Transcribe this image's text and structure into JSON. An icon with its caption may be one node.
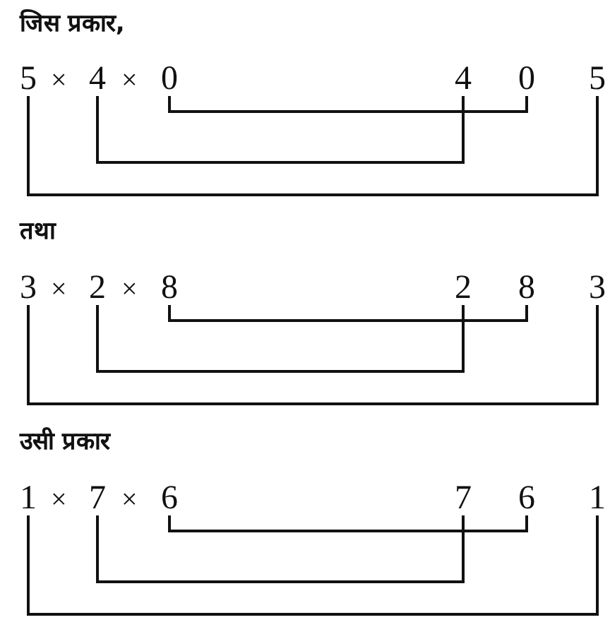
{
  "diagram": {
    "nodes": [
      {
        "text": [
          "5"
        ]
      },
      {
        "text": [
          "4"
        ]
      },
      {
        "text": [
          "0"
        ]
      },
      {
        "text": [
          "4"
        ]
      },
      {
        "text": [
          "0"
        ]
      },
      {
        "text": [
          "5"
        ]
      },
      {
        "text": [
          "3"
        ]
      },
      {
        "text": [
          "2"
        ]
      },
      {
        "text": [
          "8"
        ]
      },
      {
        "text": [
          "2"
        ]
      },
      {
        "text": [
          "8"
        ]
      },
      {
        "text": [
          "3"
        ]
      },
      {
        "text": [
          "1"
        ]
      },
      {
        "text": [
          "7"
        ]
      },
      {
        "text": [
          "6"
        ]
      },
      {
        "text": [
          "7"
        ]
      },
      {
        "text": [
          "6"
        ]
      },
      {
        "text": [
          "1"
        ]
      }
    ],
    "edges": [
      {
        "from": 0,
        "to": 5,
        "arrow": "none"
      },
      {
        "from": 1,
        "to": 3,
        "arrow": "none"
      },
      {
        "from": 2,
        "to": 4,
        "arrow": "none"
      },
      {
        "from": 6,
        "to": 11,
        "arrow": "none"
      },
      {
        "from": 7,
        "to": 9,
        "arrow": "none"
      },
      {
        "from": 8,
        "to": 10,
        "arrow": "none"
      },
      {
        "from": 12,
        "to": 17,
        "arrow": "none"
      },
      {
        "from": 13,
        "to": 15,
        "arrow": "none"
      },
      {
        "from": 14,
        "to": 16,
        "arrow": "none"
      }
    ],
    "labels": [
      "जिस प्रकार,",
      "×",
      "×",
      "तथा",
      "×",
      "×",
      "उसी प्रकार",
      "×",
      "×"
    ]
  }
}
